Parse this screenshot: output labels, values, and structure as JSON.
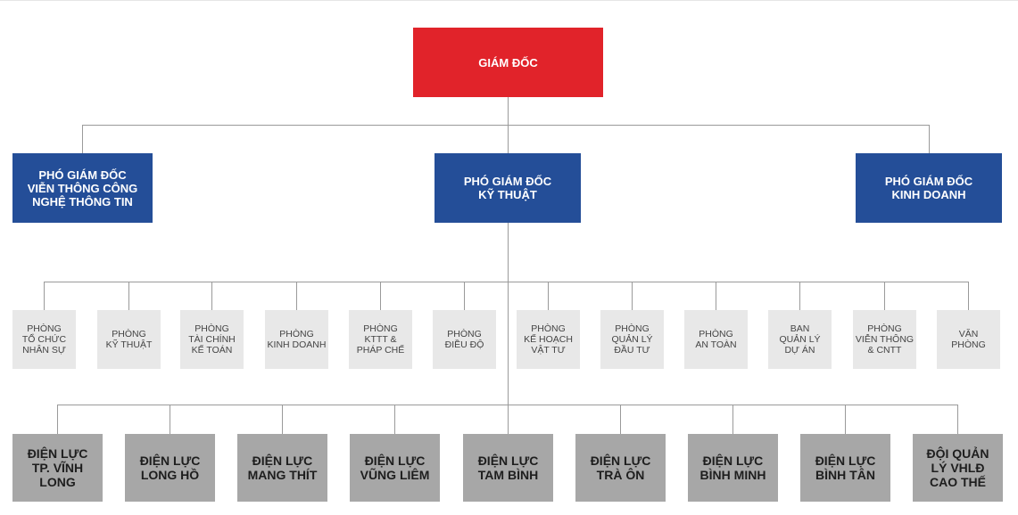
{
  "director": {
    "label": "GIÁM ĐỐC"
  },
  "vice_directors": [
    {
      "label": "PHÓ GIÁM ĐỐC\nVIỄN THÔNG CÔNG\nNGHỆ THÔNG TIN"
    },
    {
      "label": "PHÓ GIÁM ĐỐC\nKỸ THUẬT"
    },
    {
      "label": "PHÓ GIÁM ĐỐC\nKINH DOANH"
    }
  ],
  "departments": [
    {
      "label": "PHÒNG\nTỔ CHỨC\nNHÂN SỰ"
    },
    {
      "label": "PHÒNG\nKỸ THUẬT"
    },
    {
      "label": "PHÒNG\nTÀI CHÍNH\nKẾ TOÁN"
    },
    {
      "label": "PHÒNG\nKINH DOANH"
    },
    {
      "label": "PHÒNG\nKTTT &\nPHÁP CHẾ"
    },
    {
      "label": "PHÒNG\nĐIỀU ĐỘ"
    },
    {
      "label": "PHÒNG\nKẾ HOẠCH\nVẬT TƯ"
    },
    {
      "label": "PHÒNG\nQUẢN LÝ\nĐẦU TƯ"
    },
    {
      "label": "PHÒNG\nAN TOÀN"
    },
    {
      "label": "BAN\nQUẢN LÝ\nDỰ ÁN"
    },
    {
      "label": "PHÒNG\nVIỄN THÔNG\n& CNTT"
    },
    {
      "label": "VĂN\nPHÒNG"
    }
  ],
  "units": [
    {
      "label": "ĐIỆN LỰC\nTP. VĨNH LONG"
    },
    {
      "label": "ĐIỆN LỰC\nLONG HỒ"
    },
    {
      "label": "ĐIỆN LỰC\nMANG THÍT"
    },
    {
      "label": "ĐIỆN LỰC\nVŨNG LIÊM"
    },
    {
      "label": "ĐIỆN LỰC\nTAM BÌNH"
    },
    {
      "label": "ĐIỆN LỰC\nTRÀ ÔN"
    },
    {
      "label": "ĐIỆN LỰC\nBÌNH MINH"
    },
    {
      "label": "ĐIỆN LỰC\nBÌNH TÂN"
    },
    {
      "label": "ĐỘI QUẢN\nLÝ VHLĐ\nCAO THẾ"
    }
  ],
  "colors": {
    "director": "#e1232a",
    "vice_director": "#244e98",
    "department": "#e8e8e8",
    "unit": "#a7a7a7",
    "connector": "#9a9a9a"
  }
}
